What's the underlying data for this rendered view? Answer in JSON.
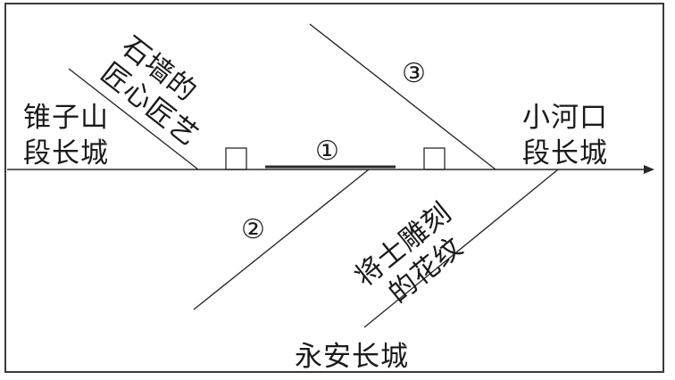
{
  "diagram": {
    "type": "fishbone",
    "main_axis": {
      "start_label": [
        "锥子山",
        "段长城"
      ],
      "end_label": [
        "小河口",
        "段长城"
      ],
      "bottom_label": "永安长城"
    },
    "branches": {
      "top_left": [
        "石墙的",
        "匠心匠艺"
      ],
      "top_right_marker": "③",
      "center_marker": "①",
      "bottom_left_marker": "②",
      "bottom_right": [
        "将士雕刻",
        "的花纹"
      ]
    },
    "colors": {
      "line": "#2a2a2a",
      "text": "#1a1a1a",
      "background": "#ffffff"
    }
  }
}
